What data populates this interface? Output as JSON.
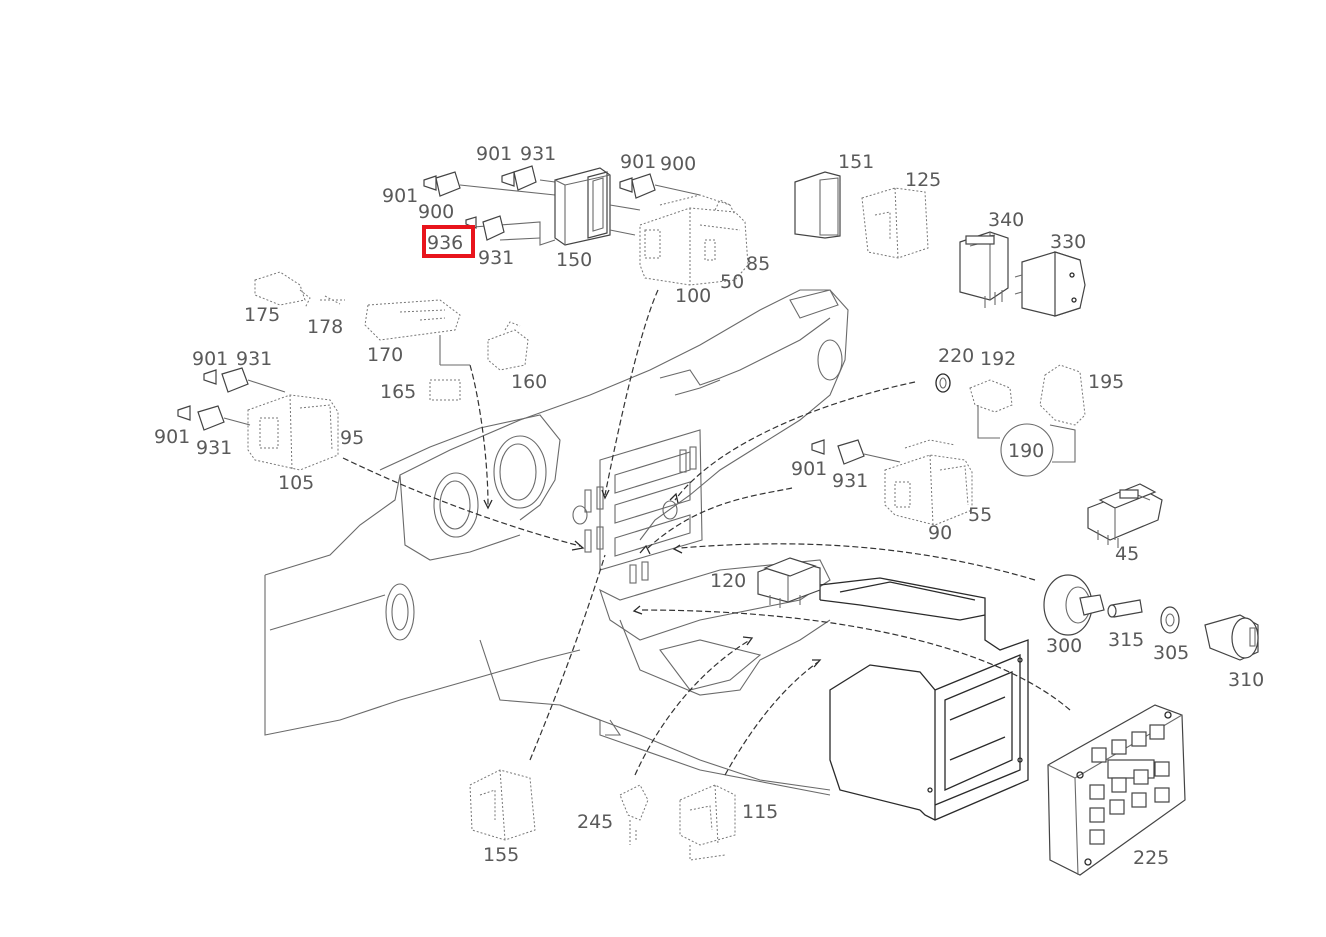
{
  "diagram": {
    "highlight_color": "#e8141c",
    "highlighted_part": "936",
    "part_labels": [
      "901",
      "931",
      "901",
      "900",
      "901",
      "900",
      "936",
      "931",
      "150",
      "151",
      "125",
      "100",
      "50",
      "85",
      "340",
      "330",
      "175",
      "178",
      "170",
      "165",
      "160",
      "901",
      "931",
      "901",
      "931",
      "95",
      "105",
      "220",
      "192",
      "195",
      "190",
      "901",
      "931",
      "90",
      "55",
      "45",
      "120",
      "300",
      "315",
      "305",
      "310",
      "225",
      "155",
      "245",
      "115"
    ]
  }
}
